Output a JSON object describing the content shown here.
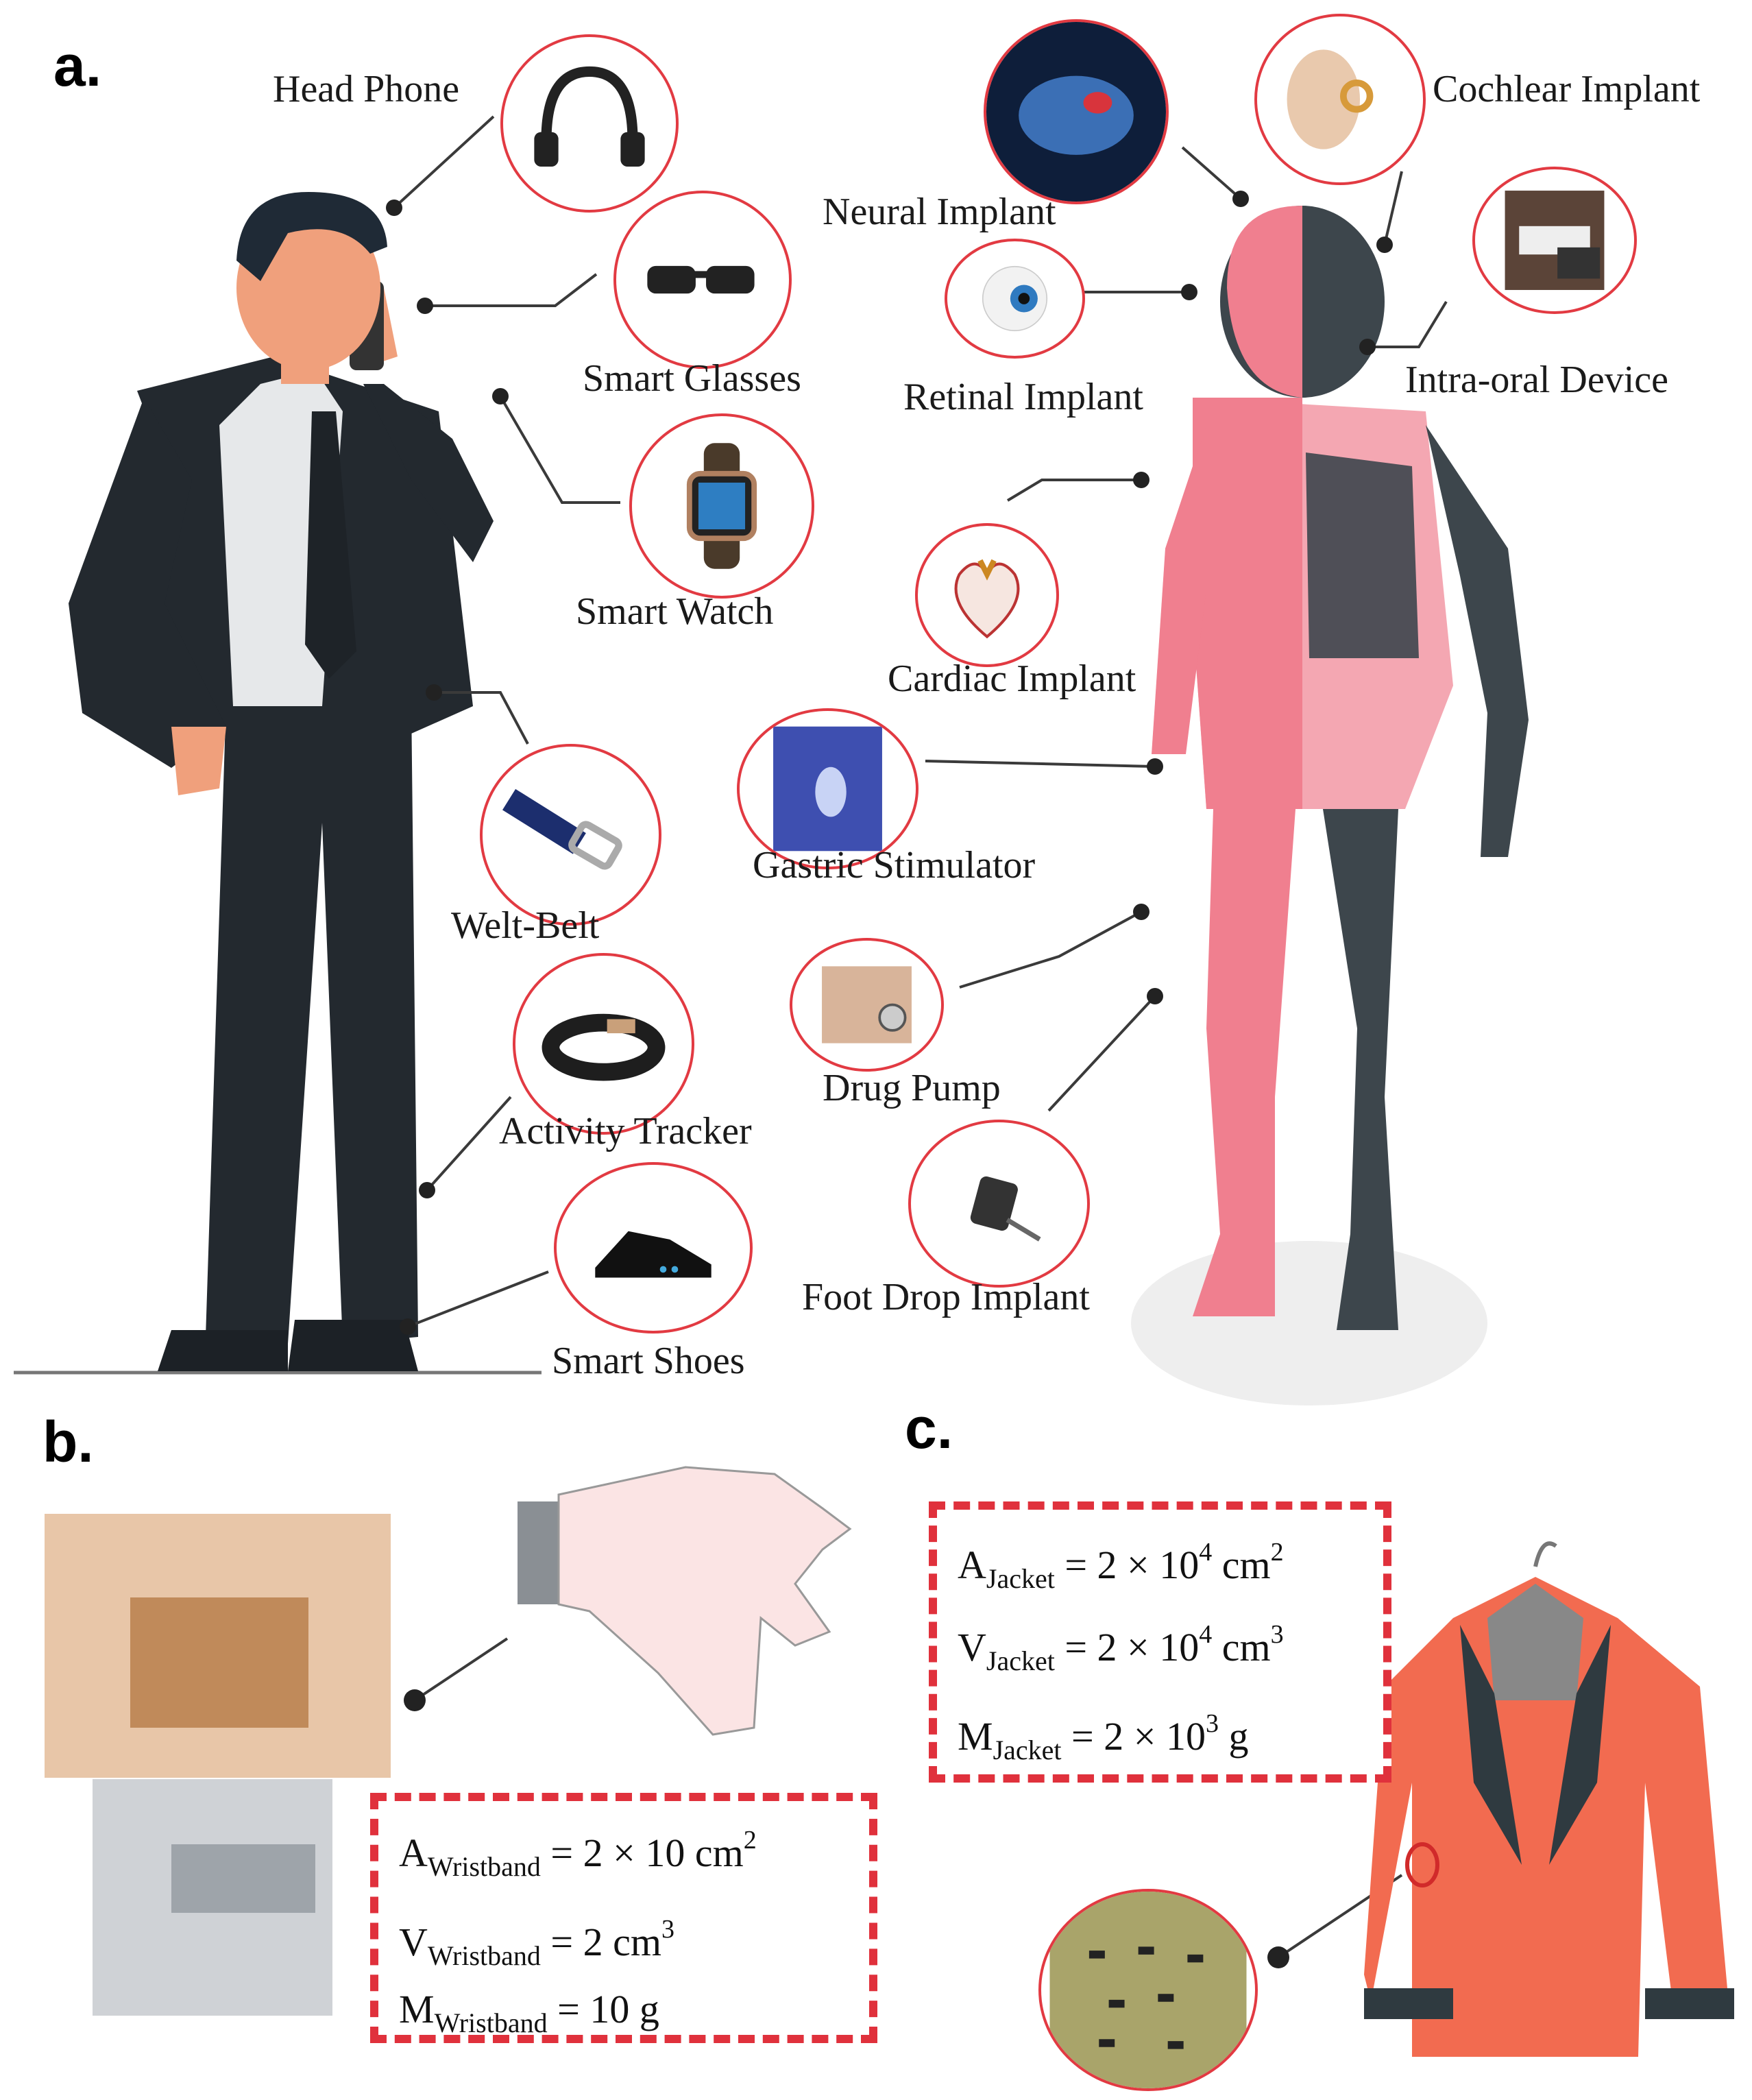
{
  "panels": {
    "a": "a.",
    "b": "b.",
    "c": "c."
  },
  "wearables": {
    "head_phone": "Head Phone",
    "smart_glasses": "Smart Glasses",
    "smart_watch": "Smart Watch",
    "welt_belt": "Welt-Belt",
    "activity_tracker": "Activity Tracker",
    "smart_shoes": "Smart Shoes"
  },
  "implants": {
    "neural": "Neural Implant",
    "cochlear": "Cochlear Implant",
    "retinal": "Retinal Implant",
    "intra_oral": "Intra-oral Device",
    "cardiac": "Cardiac Implant",
    "gastric": "Gastric Stimulator",
    "drug_pump": "Drug Pump",
    "foot_drop": "Foot Drop Implant"
  },
  "wristband": {
    "area_sym": "A",
    "area_sub": "Wristband",
    "area_val": "= 2 × 10 cm",
    "area_exp": "2",
    "vol_sym": "V",
    "vol_sub": "Wristband",
    "vol_val": "= 2 cm",
    "vol_exp": "3",
    "mass_sym": "M",
    "mass_sub": "Wristband",
    "mass_val": "= 10 g"
  },
  "jacket": {
    "area_sym": "A",
    "area_sub": "Jacket",
    "area_val": "= 2 × 10",
    "area_exp1": "4",
    "area_unit": " cm",
    "area_exp2": "2",
    "vol_sym": "V",
    "vol_sub": "Jacket",
    "vol_val": "= 2 × 10",
    "vol_exp1": "4",
    "vol_unit": " cm",
    "vol_exp2": "3",
    "mass_sym": "M",
    "mass_sub": "Jacket",
    "mass_val": "= 2 × 10",
    "mass_exp": "3",
    "mass_unit": "  g"
  },
  "colors": {
    "accent_red": "#e23a42",
    "suit": "#23292f",
    "body_pink": "#f07f8f",
    "skeleton": "#3d464c",
    "jacket": "#f26b50"
  }
}
